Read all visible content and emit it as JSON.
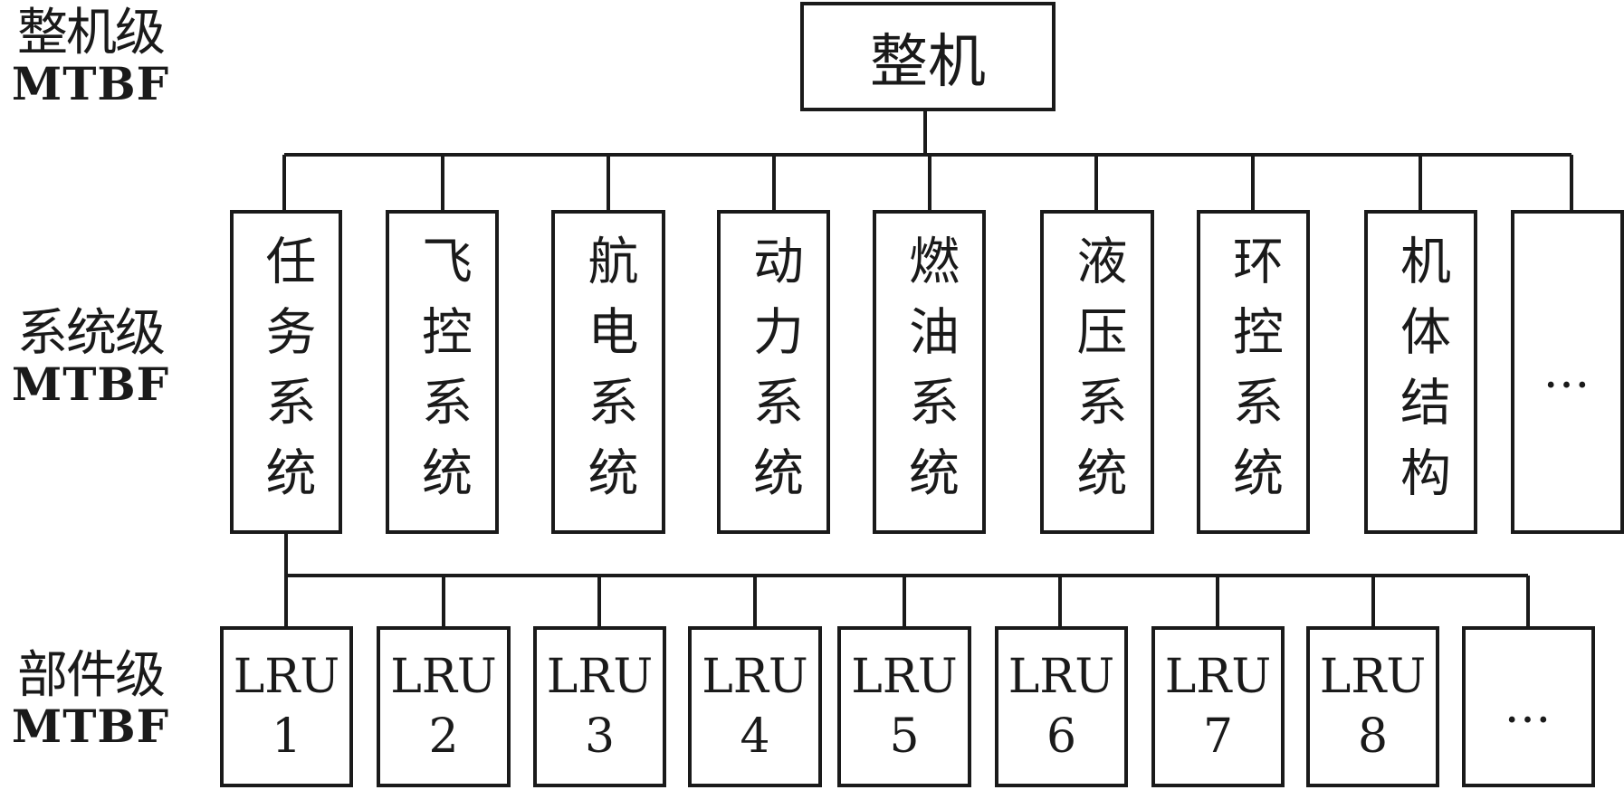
{
  "levels": [
    {
      "zh": "整机级",
      "en": "MTBF"
    },
    {
      "zh": "系统级",
      "en": "MTBF"
    },
    {
      "zh": "部件级",
      "en": "MTBF"
    }
  ],
  "top": {
    "label": "整机"
  },
  "systems": [
    {
      "label": "任务系统"
    },
    {
      "label": "飞控系统"
    },
    {
      "label": "航电系统"
    },
    {
      "label": "动力系统"
    },
    {
      "label": "燃油系统"
    },
    {
      "label": "液压系统"
    },
    {
      "label": "环控系统"
    },
    {
      "label": "机体结构"
    },
    {
      "label": "…"
    }
  ],
  "components": [
    {
      "line1": "LRU",
      "line2": "1"
    },
    {
      "line1": "LRU",
      "line2": "2"
    },
    {
      "line1": "LRU",
      "line2": "3"
    },
    {
      "line1": "LRU",
      "line2": "4"
    },
    {
      "line1": "LRU",
      "line2": "5"
    },
    {
      "line1": "LRU",
      "line2": "6"
    },
    {
      "line1": "LRU",
      "line2": "7"
    },
    {
      "line1": "LRU",
      "line2": "8"
    },
    {
      "line1": "…",
      "line2": ""
    }
  ]
}
